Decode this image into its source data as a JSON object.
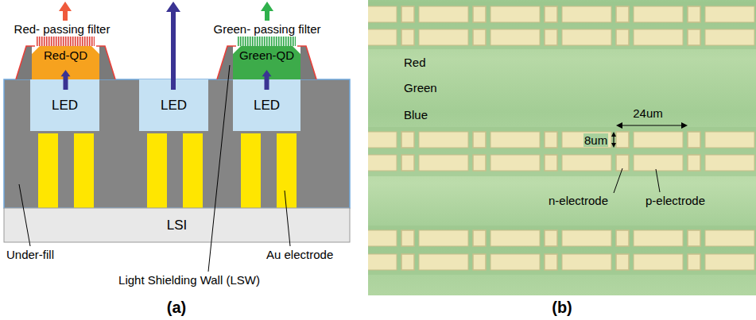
{
  "diagram": {
    "nodes": [
      {
        "text": [
          "Red-QD"
        ]
      },
      {
        "text": [
          "Green-QD"
        ]
      },
      {
        "text": [
          "LED"
        ]
      },
      {
        "text": [
          "LED"
        ]
      },
      {
        "text": [
          "LED"
        ]
      },
      {
        "text": [
          "LSI"
        ]
      }
    ],
    "edges": [
      {
        "from": 2,
        "to": 0,
        "arrow": "to"
      },
      {
        "from": 4,
        "to": 1,
        "arrow": "to"
      }
    ],
    "labels": [
      "Red- passing filter",
      "Green- passing filter",
      "Under-fill",
      "Au electrode",
      "Light Shielding Wall (LSW)",
      "(a)",
      "Red",
      "Green",
      "Blue",
      "24um",
      "8um",
      "n-electrode",
      "p-electrode",
      "(b)"
    ]
  }
}
